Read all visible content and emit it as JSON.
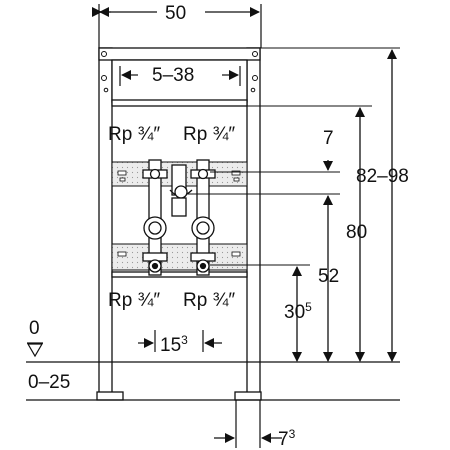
{
  "diagram": {
    "dims": {
      "frame_width": "50",
      "adjustable_width": "5–38",
      "thread_top_left": "Rp ¾″",
      "thread_top_right": "Rp ¾″",
      "thread_bottom_left": "Rp ¾″",
      "thread_bottom_right": "Rp ¾″",
      "dim_7": "7",
      "height_range": "82–98",
      "height_80": "80",
      "height_52": "52",
      "height_30_5": "30",
      "height_30_5_sup": "5",
      "spacing_15_3": "15",
      "spacing_15_3_sup": "3",
      "foot_7_3": "7",
      "foot_7_3_sup": "3",
      "floor_zero": "0",
      "floor_range": "0–25"
    },
    "colors": {
      "line": "#111111",
      "panel_fill": "#e6e6e6",
      "frame_fill": "#ffffff"
    }
  }
}
